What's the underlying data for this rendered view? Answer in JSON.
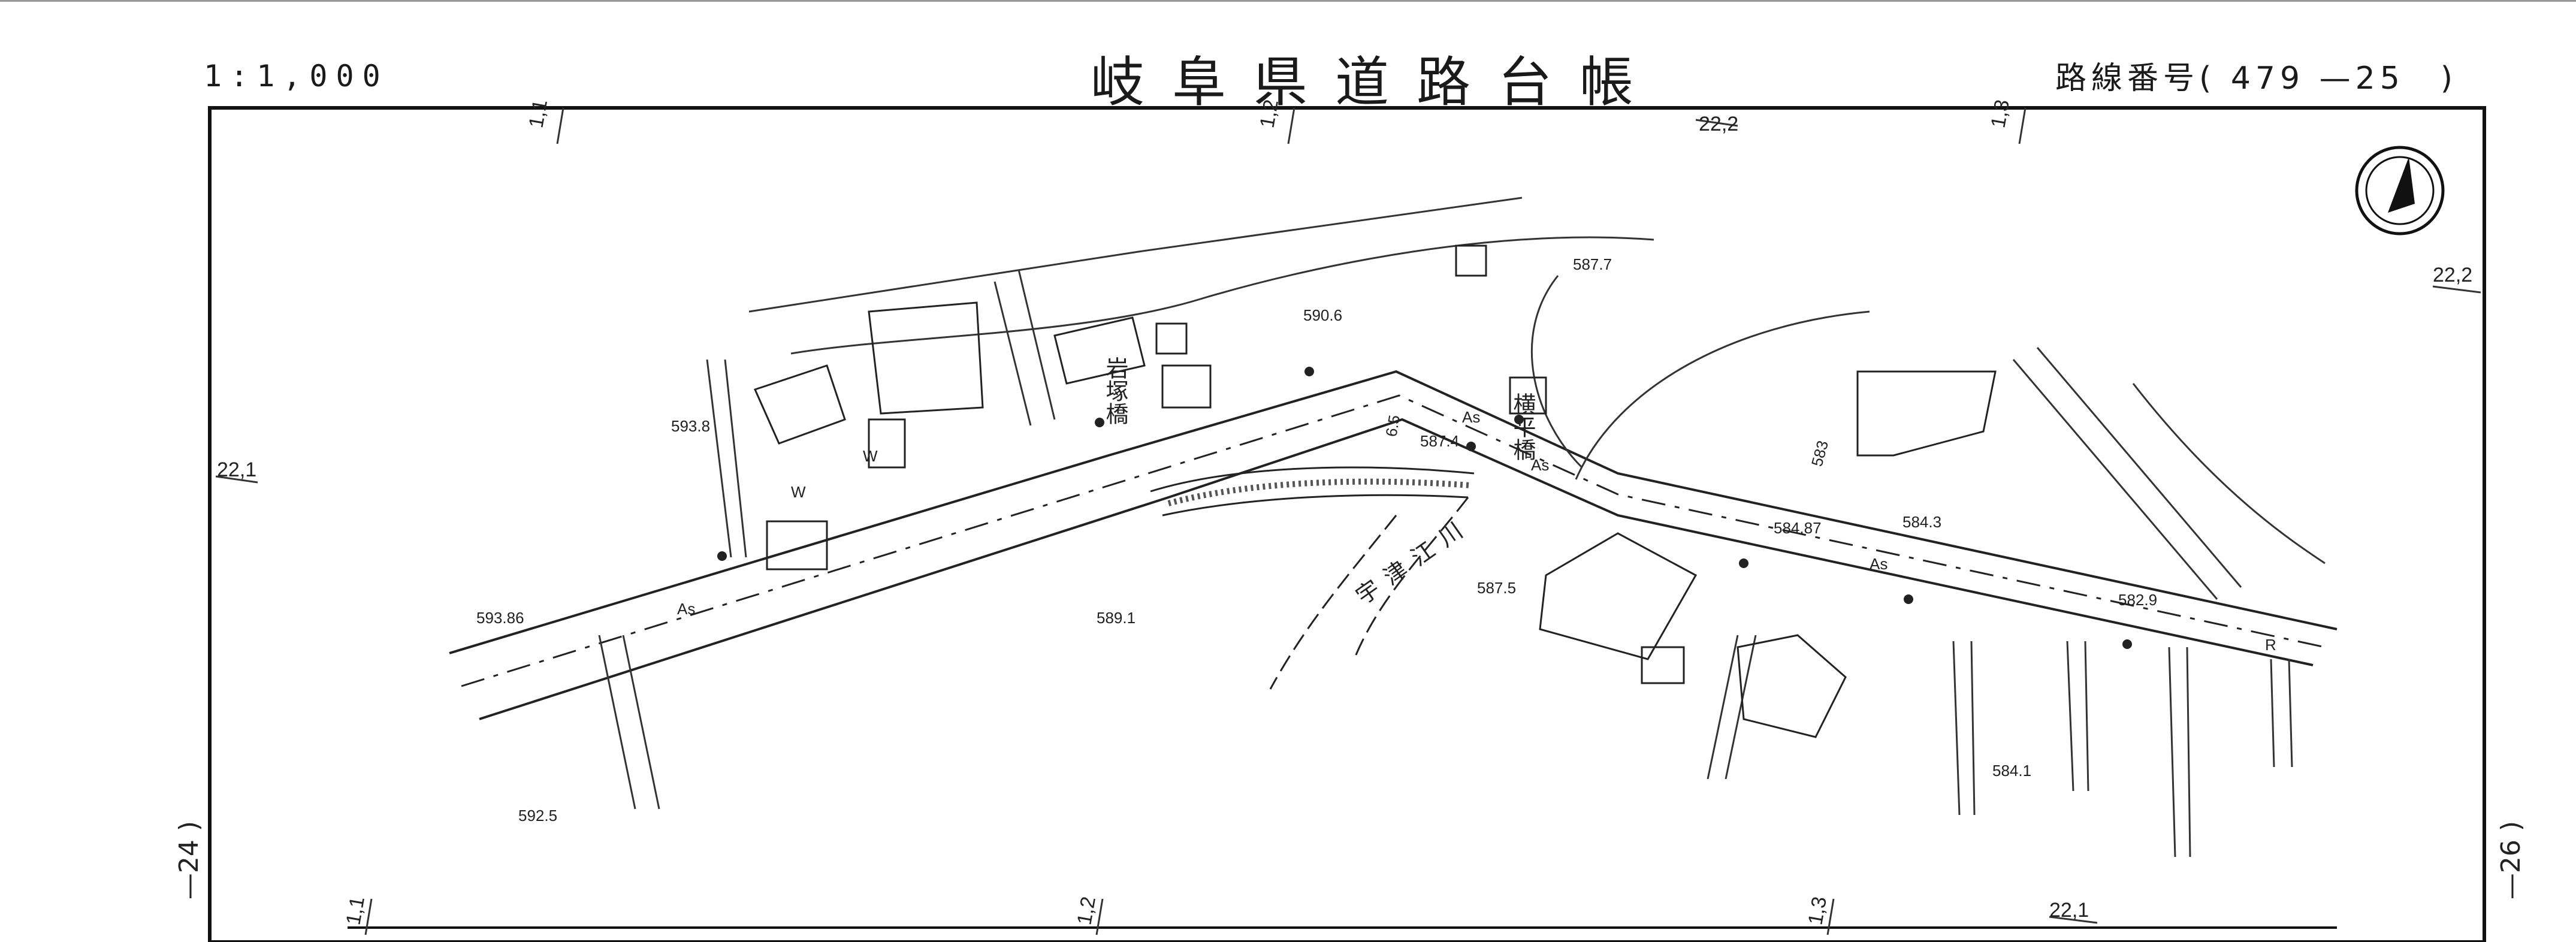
{
  "header": {
    "scale": "1:1,000",
    "title": "岐阜県道路台帳",
    "route_label": "路線番号",
    "route_number": "( 479 —25　)"
  },
  "adjacent_sheets": {
    "left": "—24 )",
    "right": "—26 )"
  },
  "north_arrow": {
    "icon": "north-arrow-icon"
  },
  "grid_labels": {
    "top": [
      "1,1",
      "1,2",
      "22,2",
      "1,3"
    ],
    "bottom": [
      "1,1",
      "1,2",
      "1,3",
      "22,1"
    ],
    "left": "22,1",
    "right": "22,2"
  },
  "elevations": [
    "593.8",
    "593.86",
    "592.5",
    "590.6",
    "589.1",
    "587.7",
    "587.4",
    "587.5",
    "584.87",
    "584.3",
    "584.1",
    "582.9"
  ],
  "place_names": {
    "bridge_iwazuka": "岩塚橋",
    "bridge_yokohira": "横平橋",
    "river": "宇津江川"
  },
  "map_symbols": {
    "asphalt": "As",
    "land_use_field": "W",
    "contour_583": "583",
    "contour_6_5": "6.5",
    "r_mark": "R"
  },
  "colors": {
    "ink": "#222222",
    "frame": "#111111",
    "header_rule": "#9a9a9a"
  }
}
